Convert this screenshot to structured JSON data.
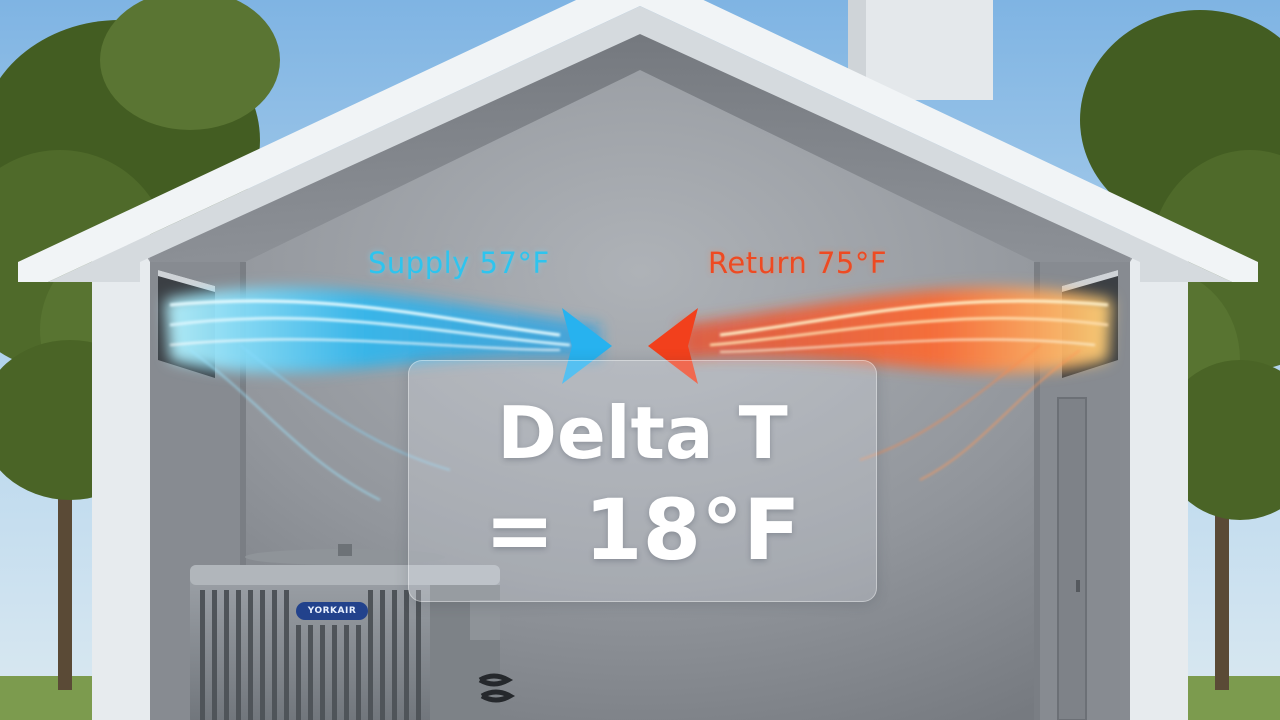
{
  "labels": {
    "supply": "Supply 57°F",
    "return": "Return 75°F"
  },
  "delta_panel": {
    "title": "Delta T",
    "value": "= 18°F"
  },
  "unit_badge": "YORKAIR",
  "colors": {
    "supply": "#2ec4ee",
    "return": "#ee4a22",
    "sky": "#bcd9ee",
    "wall": "#8c9096",
    "roof_trim": "#e9edf0",
    "foliage": "#4f6a2a",
    "grass": "#7c9b4e"
  },
  "icons": {
    "supply_arrow": "arrow-right-icon",
    "return_arrow": "arrow-left-icon",
    "condenser": "ac-condenser-icon",
    "tree": "tree-icon"
  }
}
